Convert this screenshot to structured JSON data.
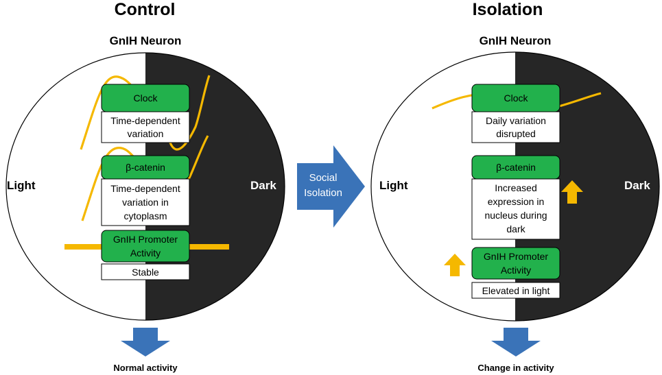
{
  "colors": {
    "dark_half": "#262626",
    "green_box": "#22b14c",
    "yellow": "#f5b800",
    "blue_arrow": "#3a73b8"
  },
  "control": {
    "title": "Control",
    "subtitle": "GnIH Neuron",
    "light_label": "Light",
    "dark_label": "Dark",
    "clock": {
      "label": "Clock",
      "desc": [
        "Time-dependent",
        "variation"
      ]
    },
    "catenin": {
      "label": "β-catenin",
      "desc": [
        "Time-dependent",
        "variation in",
        "cytoplasm"
      ]
    },
    "promoter": {
      "label": [
        "GnIH  Promoter",
        "Activity"
      ],
      "desc": [
        "Stable"
      ]
    },
    "output": "Normal activity"
  },
  "middle_arrow": {
    "label": [
      "Social",
      "Isolation"
    ]
  },
  "isolation": {
    "title": "Isolation",
    "subtitle": "GnIH Neuron",
    "light_label": "Light",
    "dark_label": "Dark",
    "clock": {
      "label": "Clock",
      "desc": [
        "Daily variation",
        "disrupted"
      ]
    },
    "catenin": {
      "label": "β-catenin",
      "desc": [
        "Increased",
        "expression in",
        "nucleus during",
        "dark"
      ]
    },
    "promoter": {
      "label": [
        "GnIH  Promoter",
        "Activity"
      ],
      "desc": [
        "Elevated in light"
      ]
    },
    "output": "Change in activity"
  }
}
